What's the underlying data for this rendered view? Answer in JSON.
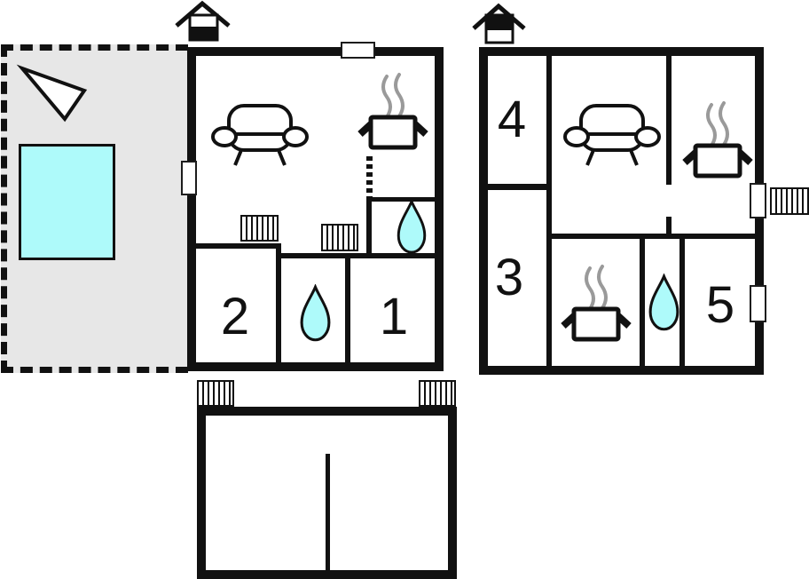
{
  "colors": {
    "wall": "#111111",
    "terrace": "#e7e7e7",
    "water": "#aefafa",
    "steam": "#9a9a9a",
    "paper": "#ffffff"
  },
  "rooms": {
    "room1": {
      "number": "1"
    },
    "room2": {
      "number": "2"
    },
    "room3": {
      "number": "3"
    },
    "room4": {
      "number": "4"
    },
    "room5": {
      "number": "5"
    }
  },
  "icons": {
    "chimney": "house-chimney",
    "sofa": "sofa",
    "stove": "stove-pot-with-steam",
    "water_drop": "water-drop",
    "radiator": "radiator",
    "north_arrow": "north-arrow",
    "stairs": "stairs-marker",
    "pool": "pool",
    "door": "door-opening",
    "window": "window-opening"
  }
}
